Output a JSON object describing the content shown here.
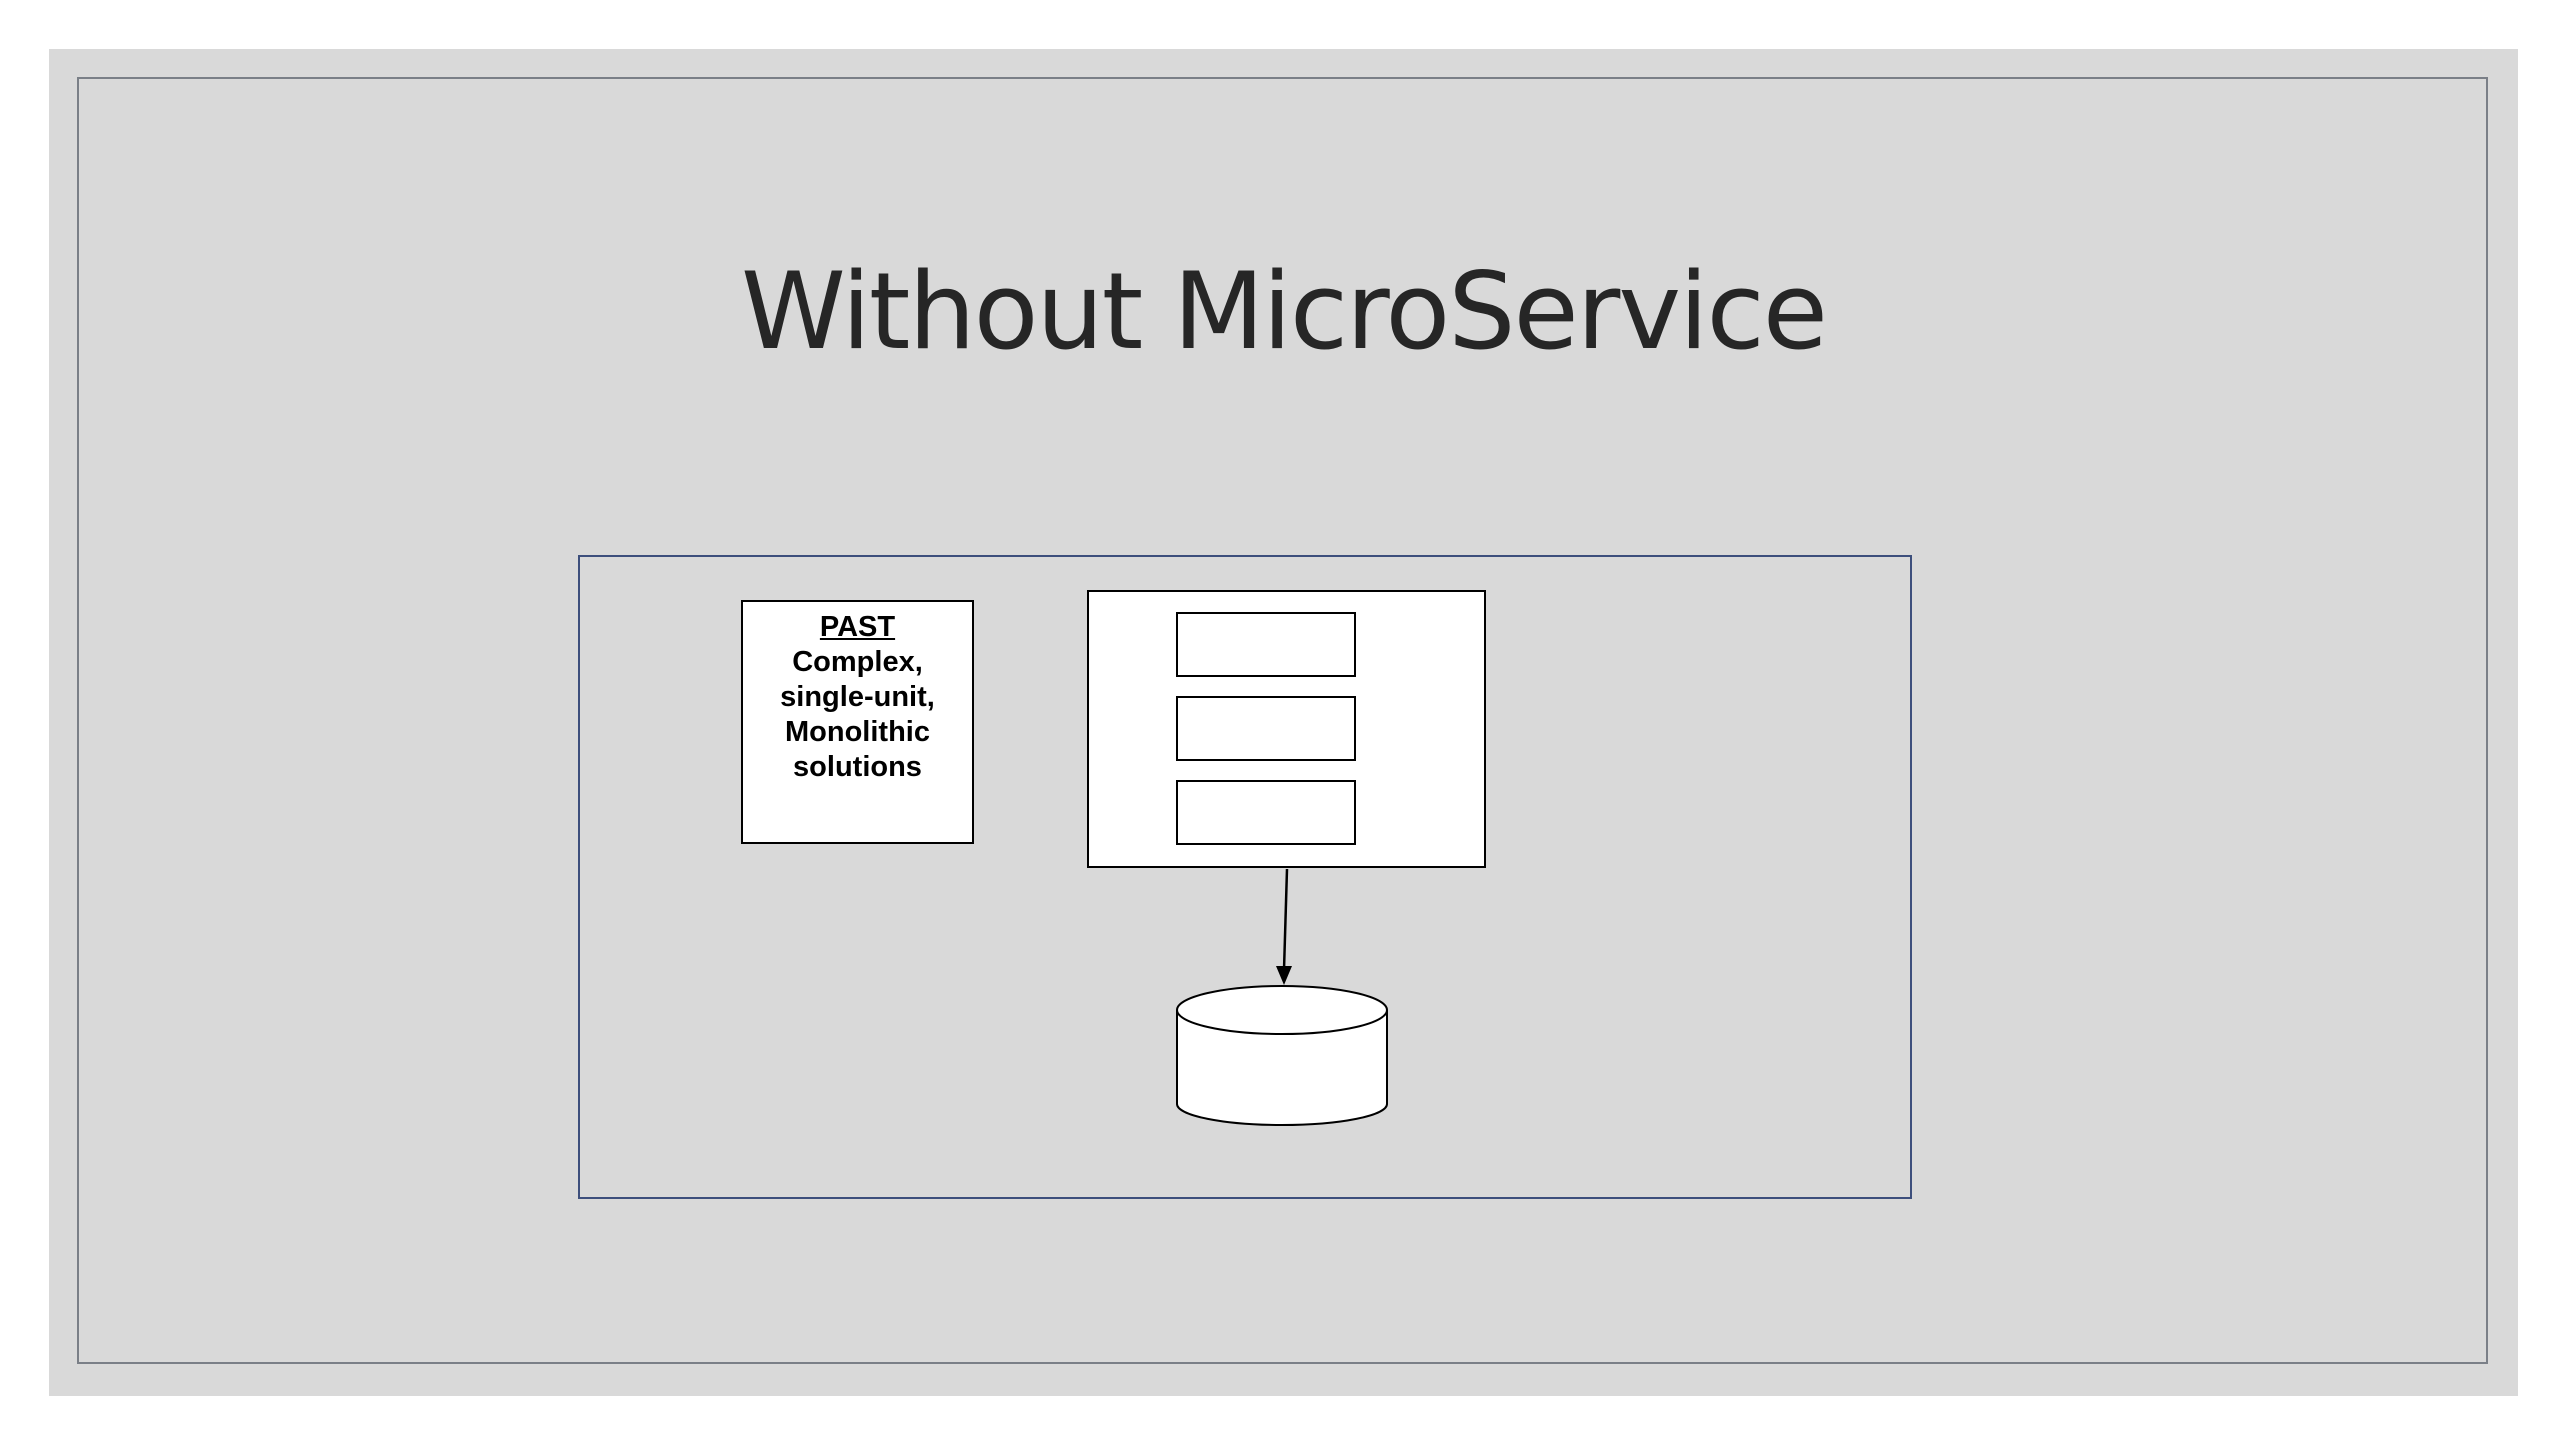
{
  "slide": {
    "title": "Without MicroService"
  },
  "diagram": {
    "past_box": {
      "heading": "PAST",
      "body": "Complex, single-unit, Monolithic solutions"
    },
    "colors": {
      "slide_background": "#d9d9d9",
      "frame_border": "#7a7f87",
      "diagram_border": "#3d4f7c",
      "shape_fill": "#ffffff",
      "shape_stroke": "#000000"
    }
  }
}
